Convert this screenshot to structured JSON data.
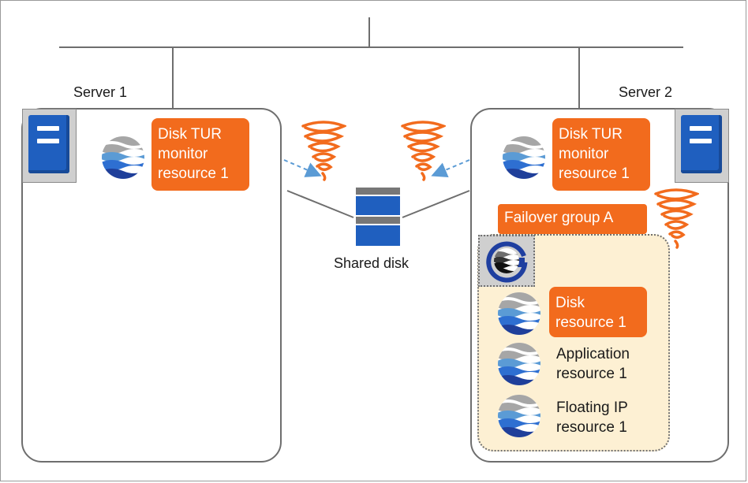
{
  "servers": [
    {
      "label": "Server 1",
      "icon": "server-icon"
    },
    {
      "label": "Server 2",
      "icon": "server-icon"
    }
  ],
  "shared_disk": {
    "label": "Shared disk",
    "icon": "disk-icon"
  },
  "monitors": [
    {
      "label_lines": [
        "Disk TUR",
        "monitor",
        "resource 1"
      ],
      "icon": "resource-icon"
    },
    {
      "label_lines": [
        "Disk TUR",
        "monitor",
        "resource 1"
      ],
      "icon": "resource-icon"
    }
  ],
  "failover_group": {
    "label": "Failover group A",
    "icon": "group-icon",
    "resources": [
      {
        "label_lines": [
          "Disk",
          "resource 1"
        ],
        "highlight": true,
        "icon": "resource-icon"
      },
      {
        "label_lines": [
          "Application",
          "resource 1"
        ],
        "highlight": false,
        "icon": "resource-icon"
      },
      {
        "label_lines": [
          "Floating IP",
          "resource 1"
        ],
        "highlight": false,
        "icon": "resource-icon"
      }
    ]
  },
  "error_icons": [
    "tornado-icon",
    "tornado-icon",
    "tornado-icon"
  ],
  "colors": {
    "highlight": "#f26b1d",
    "group_background": "#fdf0d3",
    "server_blue": "#1f5fbf",
    "arrow": "#5b9bd5"
  }
}
